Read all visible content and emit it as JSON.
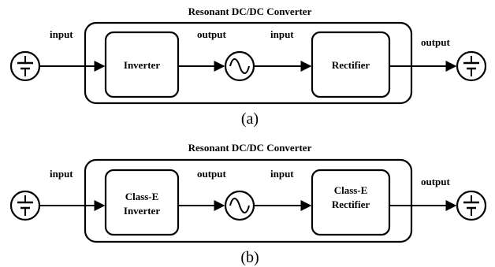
{
  "panels": [
    {
      "title": "Resonant DC/DC Converter",
      "caption": "(a)",
      "input_label_left": "input",
      "output_label_mid": "output",
      "input_label_mid": "input",
      "output_label_right": "output",
      "block1_lines": [
        "Inverter"
      ],
      "block2_lines": [
        "Rectifier"
      ]
    },
    {
      "title": "Resonant DC/DC Converter",
      "caption": "(b)",
      "input_label_left": "input",
      "output_label_mid": "output",
      "input_label_mid": "input",
      "output_label_right": "output",
      "block1_lines": [
        "Class-E",
        "Inverter"
      ],
      "block2_lines": [
        "Class-E",
        "Rectifier"
      ]
    }
  ],
  "icons": {
    "dc_source": "dc-source-icon",
    "ac_source": "ac-sine-icon"
  }
}
